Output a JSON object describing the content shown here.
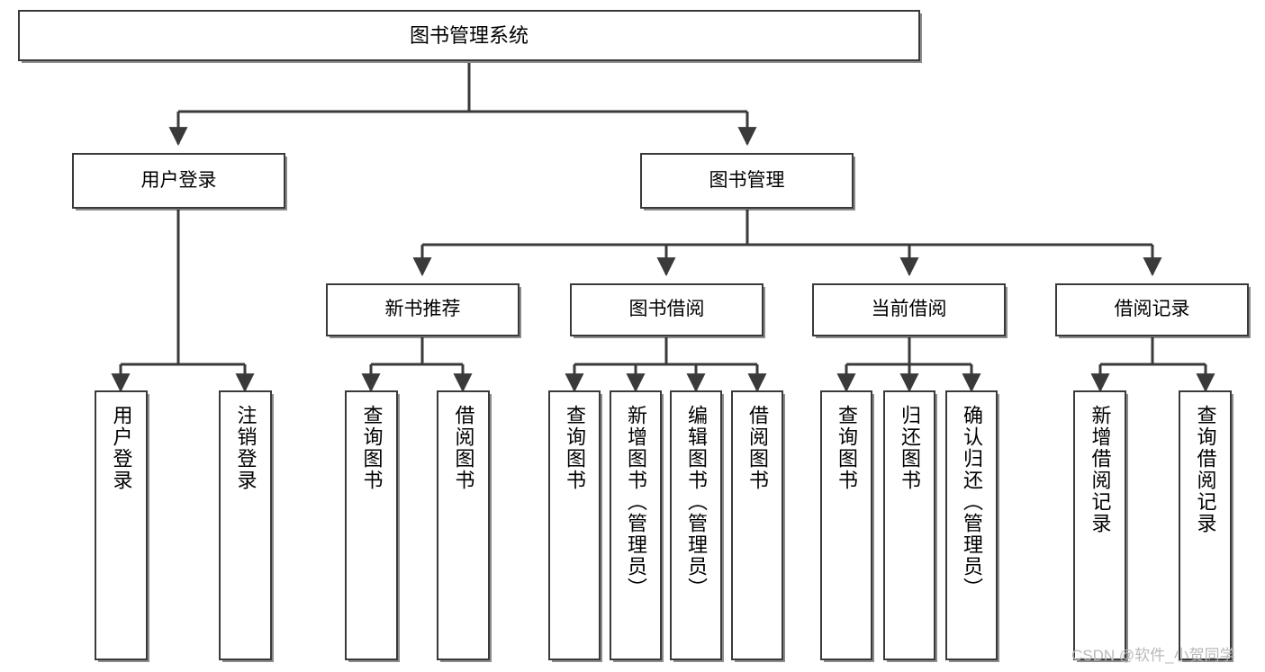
{
  "diagram": {
    "title": "图书管理系统",
    "type": "tree",
    "orientation": "top-down",
    "colors": {
      "box_border": "#3a3a3a",
      "box_fill": "#ffffff",
      "connector": "#3a3a3a",
      "text": "#000000",
      "watermark": "#b9b9b9",
      "background": "#ffffff"
    },
    "nodes": {
      "root": {
        "label": "图书管理系统"
      },
      "level2": [
        {
          "id": "user-login",
          "label": "用户登录"
        },
        {
          "id": "book-manage",
          "label": "图书管理"
        }
      ],
      "level3": [
        {
          "id": "new-book-recommend",
          "label": "新书推荐"
        },
        {
          "id": "book-borrow",
          "label": "图书借阅"
        },
        {
          "id": "current-borrow",
          "label": "当前借阅"
        },
        {
          "id": "borrow-record",
          "label": "借阅记录"
        }
      ],
      "leaves": {
        "user-login": [
          {
            "id": "leaf-user-login",
            "label": "用户登录"
          },
          {
            "id": "leaf-logout-login",
            "label": "注销登录"
          }
        ],
        "new-book-recommend": [
          {
            "id": "leaf-query-book-1",
            "label": "查询图书"
          },
          {
            "id": "leaf-borrow-book-1",
            "label": "借阅图书"
          }
        ],
        "book-borrow": [
          {
            "id": "leaf-query-book-2",
            "label": "查询图书"
          },
          {
            "id": "leaf-add-book",
            "label": "新增图书（管理员）"
          },
          {
            "id": "leaf-edit-book",
            "label": "编辑图书（管理员）"
          },
          {
            "id": "leaf-borrow-book-2",
            "label": "借阅图书"
          }
        ],
        "current-borrow": [
          {
            "id": "leaf-query-book-3",
            "label": "查询图书"
          },
          {
            "id": "leaf-return-book",
            "label": "归还图书"
          },
          {
            "id": "leaf-confirm-return",
            "label": "确认归还（管理员）"
          }
        ],
        "borrow-record": [
          {
            "id": "leaf-add-record",
            "label": "新增借阅记录"
          },
          {
            "id": "leaf-query-record",
            "label": "查询借阅记录"
          }
        ]
      }
    },
    "watermark": "CSDN @软件_小贺同学"
  }
}
